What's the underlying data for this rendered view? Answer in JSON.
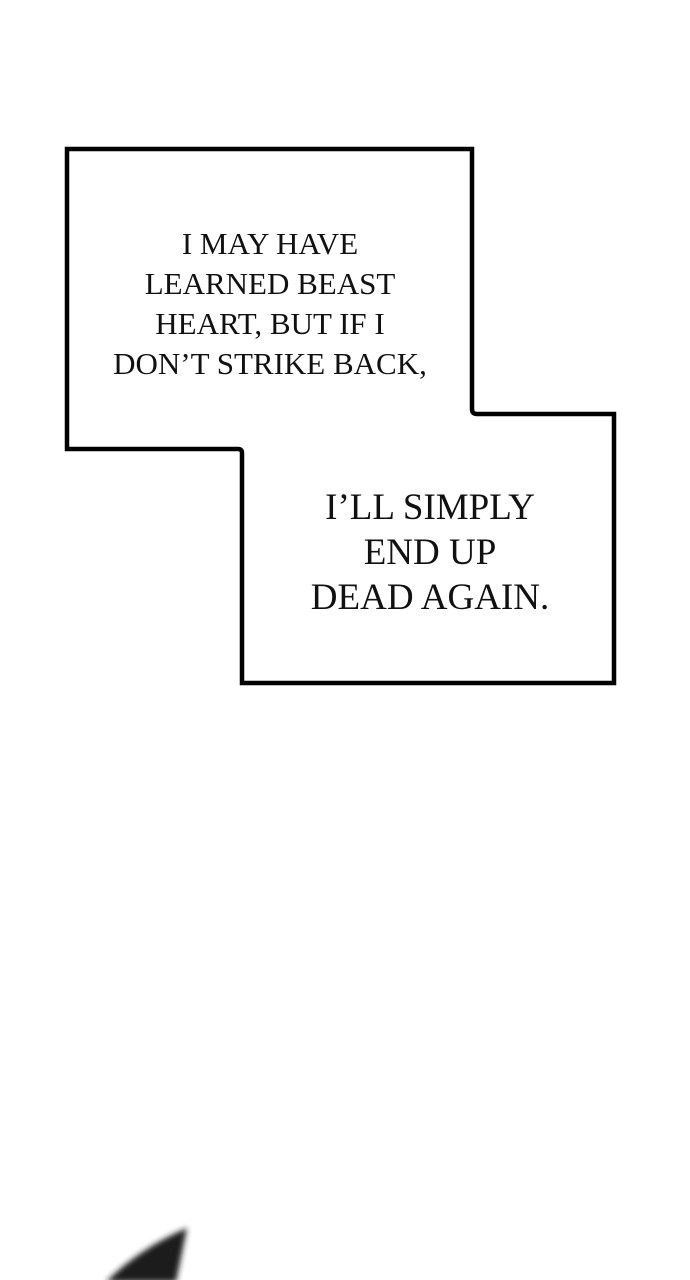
{
  "caption_box_1": {
    "lines": [
      "I MAY HAVE",
      "LEARNED BEAST",
      "HEART, BUT IF I",
      "DON’T STRIKE BACK,"
    ]
  },
  "caption_box_2": {
    "lines": [
      "I’LL SIMPLY",
      "END UP",
      "DEAD AGAIN."
    ]
  },
  "colors": {
    "background": "#ffffff",
    "border": "#000000",
    "text": "#111111",
    "shard": "#1a1a1a"
  }
}
